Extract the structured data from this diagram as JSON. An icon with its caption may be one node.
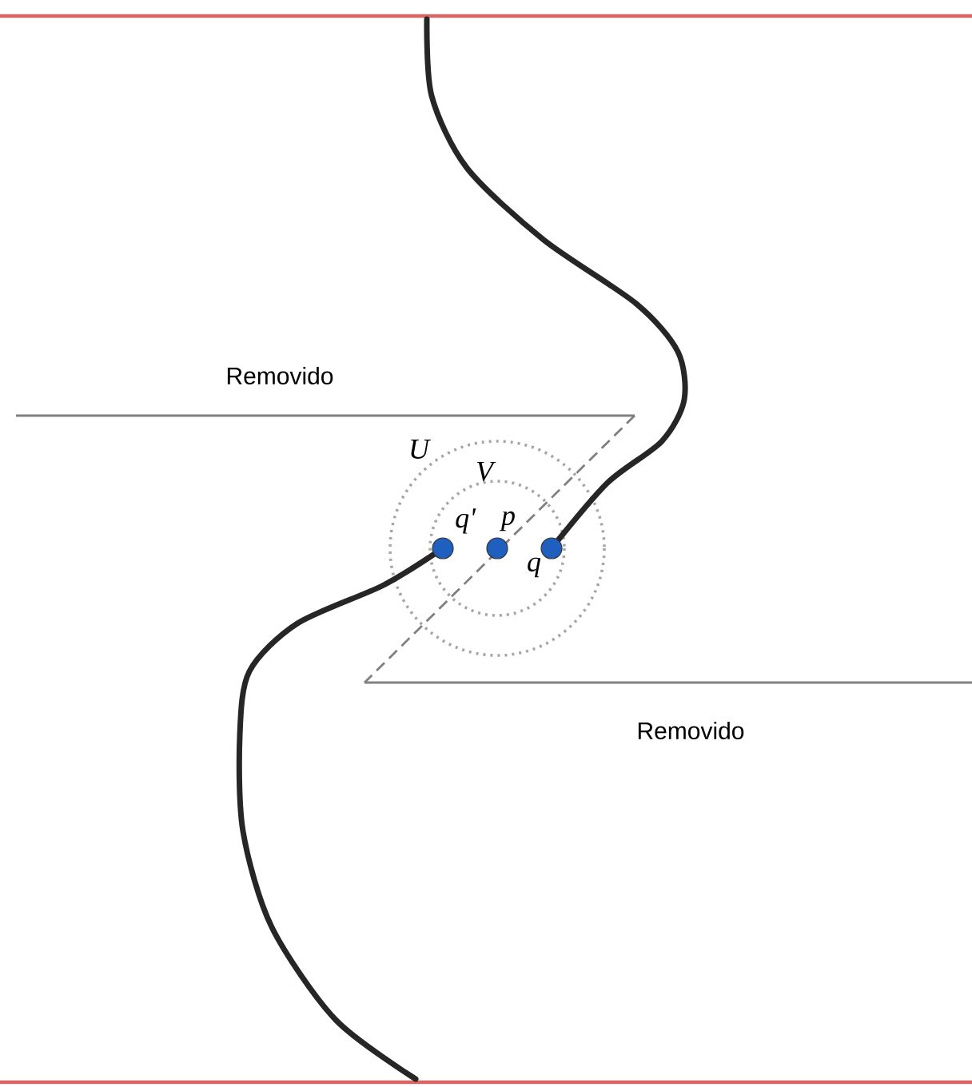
{
  "diagram": {
    "labels": [
      "Removido",
      "U",
      "V",
      "q'",
      "p",
      "q",
      "Removido"
    ]
  }
}
